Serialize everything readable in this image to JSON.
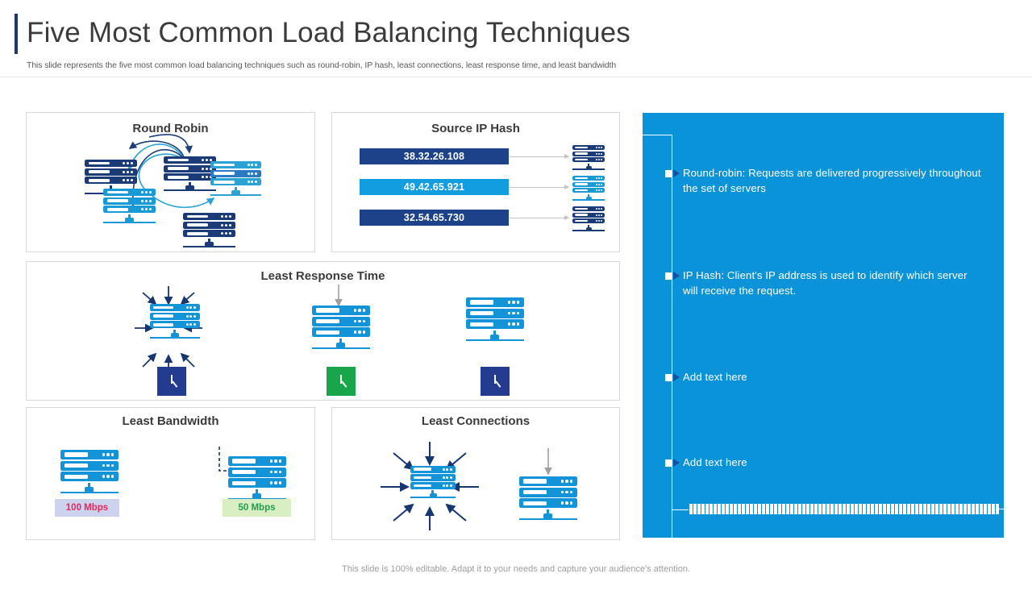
{
  "header": {
    "title": "Five Most Common Load Balancing Techniques",
    "subtitle": "This slide represents the five most common load balancing techniques such as round-robin, IP hash, least connections, least response time, and least bandwidth",
    "accent_color": "#1f3864"
  },
  "panels": {
    "round_robin": {
      "title": "Round Robin"
    },
    "source_ip_hash": {
      "title": "Source IP Hash",
      "rows": [
        {
          "ip": "38.32.26.108",
          "color": "#1e4289"
        },
        {
          "ip": "49.42.65.921",
          "color": "#119de0"
        },
        {
          "ip": "32.54.65.730",
          "color": "#1e4289"
        }
      ]
    },
    "least_response_time": {
      "title": "Least Response Time",
      "clocks": [
        {
          "color": "#243c8f"
        },
        {
          "color": "#19a64a"
        },
        {
          "color": "#243c8f"
        }
      ]
    },
    "least_bandwidth": {
      "title": "Least Bandwidth",
      "tags": [
        {
          "label": "100 Mbps",
          "text_color": "#e8265c",
          "bg_color": "#cdd3ee"
        },
        {
          "label": "50 Mbps",
          "text_color": "#1f9d4d",
          "bg_color": "#d9eec3"
        }
      ]
    },
    "least_connections": {
      "title": "Least Connections"
    }
  },
  "blue_panel": {
    "background_color": "#0a93d8",
    "bullets": [
      {
        "text": "Round-robin: Requests are delivered progressively throughout  the set of servers"
      },
      {
        "text": "IP Hash: Client's IP address is used to identify which server will receive the request."
      },
      {
        "text": "Add text here"
      },
      {
        "text": "Add text here"
      }
    ]
  },
  "footer": {
    "note": "This slide is 100% editable. Adapt it to your needs and capture your audience's attention."
  }
}
